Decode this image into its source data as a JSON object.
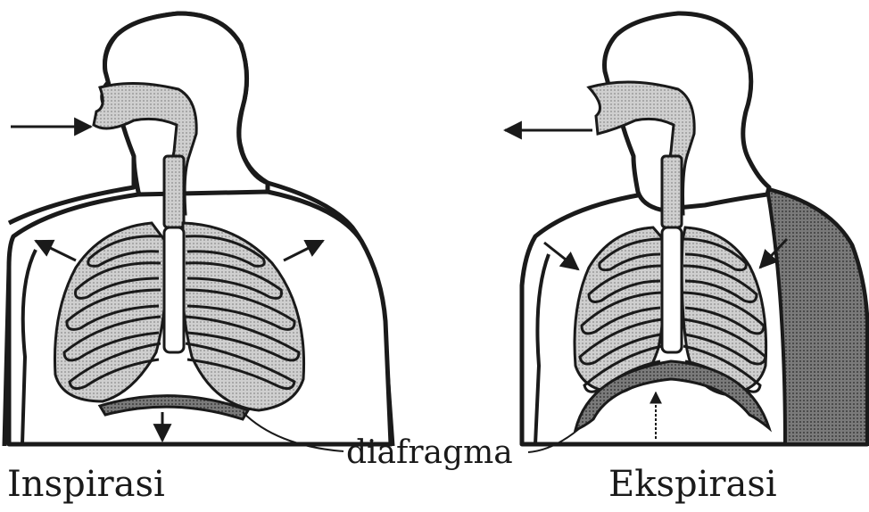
{
  "labels": {
    "inspiration": "Inspirasi",
    "expiration": "Ekspirasi",
    "diaphragm": "diafragma"
  },
  "colors": {
    "outline": "#1a1a1a",
    "skin_light": "#ffffff",
    "airway": "#8a8a8a",
    "lung": "#bdbdbd",
    "diaphragm_dark": "#4a4a4a",
    "shoulder_shadow": "#6e6e6e"
  },
  "figures": [
    {
      "name": "inspiration-figure",
      "airflow": "in",
      "ribs_arrows": "outward",
      "diaphragm_arrow": "down"
    },
    {
      "name": "expiration-figure",
      "airflow": "out",
      "ribs_arrows": "inward",
      "diaphragm_arrow": "up"
    }
  ]
}
